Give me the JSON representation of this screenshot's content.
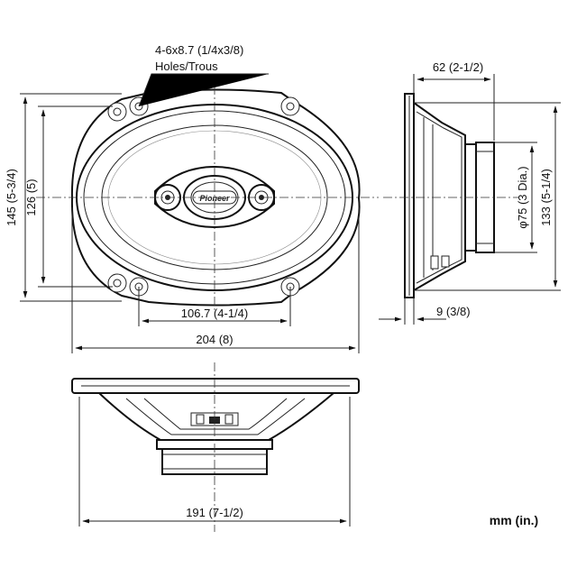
{
  "labels": {
    "holes_line1": "4-6x8.7 (1/4x3/8)",
    "holes_line2": "Holes/Trous",
    "dim_145": "145 (5-3/4)",
    "dim_126": "126 (5)",
    "dim_106": "106.7 (4-1/4)",
    "dim_204": "204 (8)",
    "dim_62": "62 (2-1/2)",
    "dim_75": "φ75 (3 Dia.)",
    "dim_133": "133 (5-1/4)",
    "dim_9": "9 (3/8)",
    "dim_191": "191 (7-1/2)",
    "units": "mm (in.)",
    "brand": "Pioneer"
  },
  "colors": {
    "line": "#111111",
    "fill": "#ffffff"
  }
}
